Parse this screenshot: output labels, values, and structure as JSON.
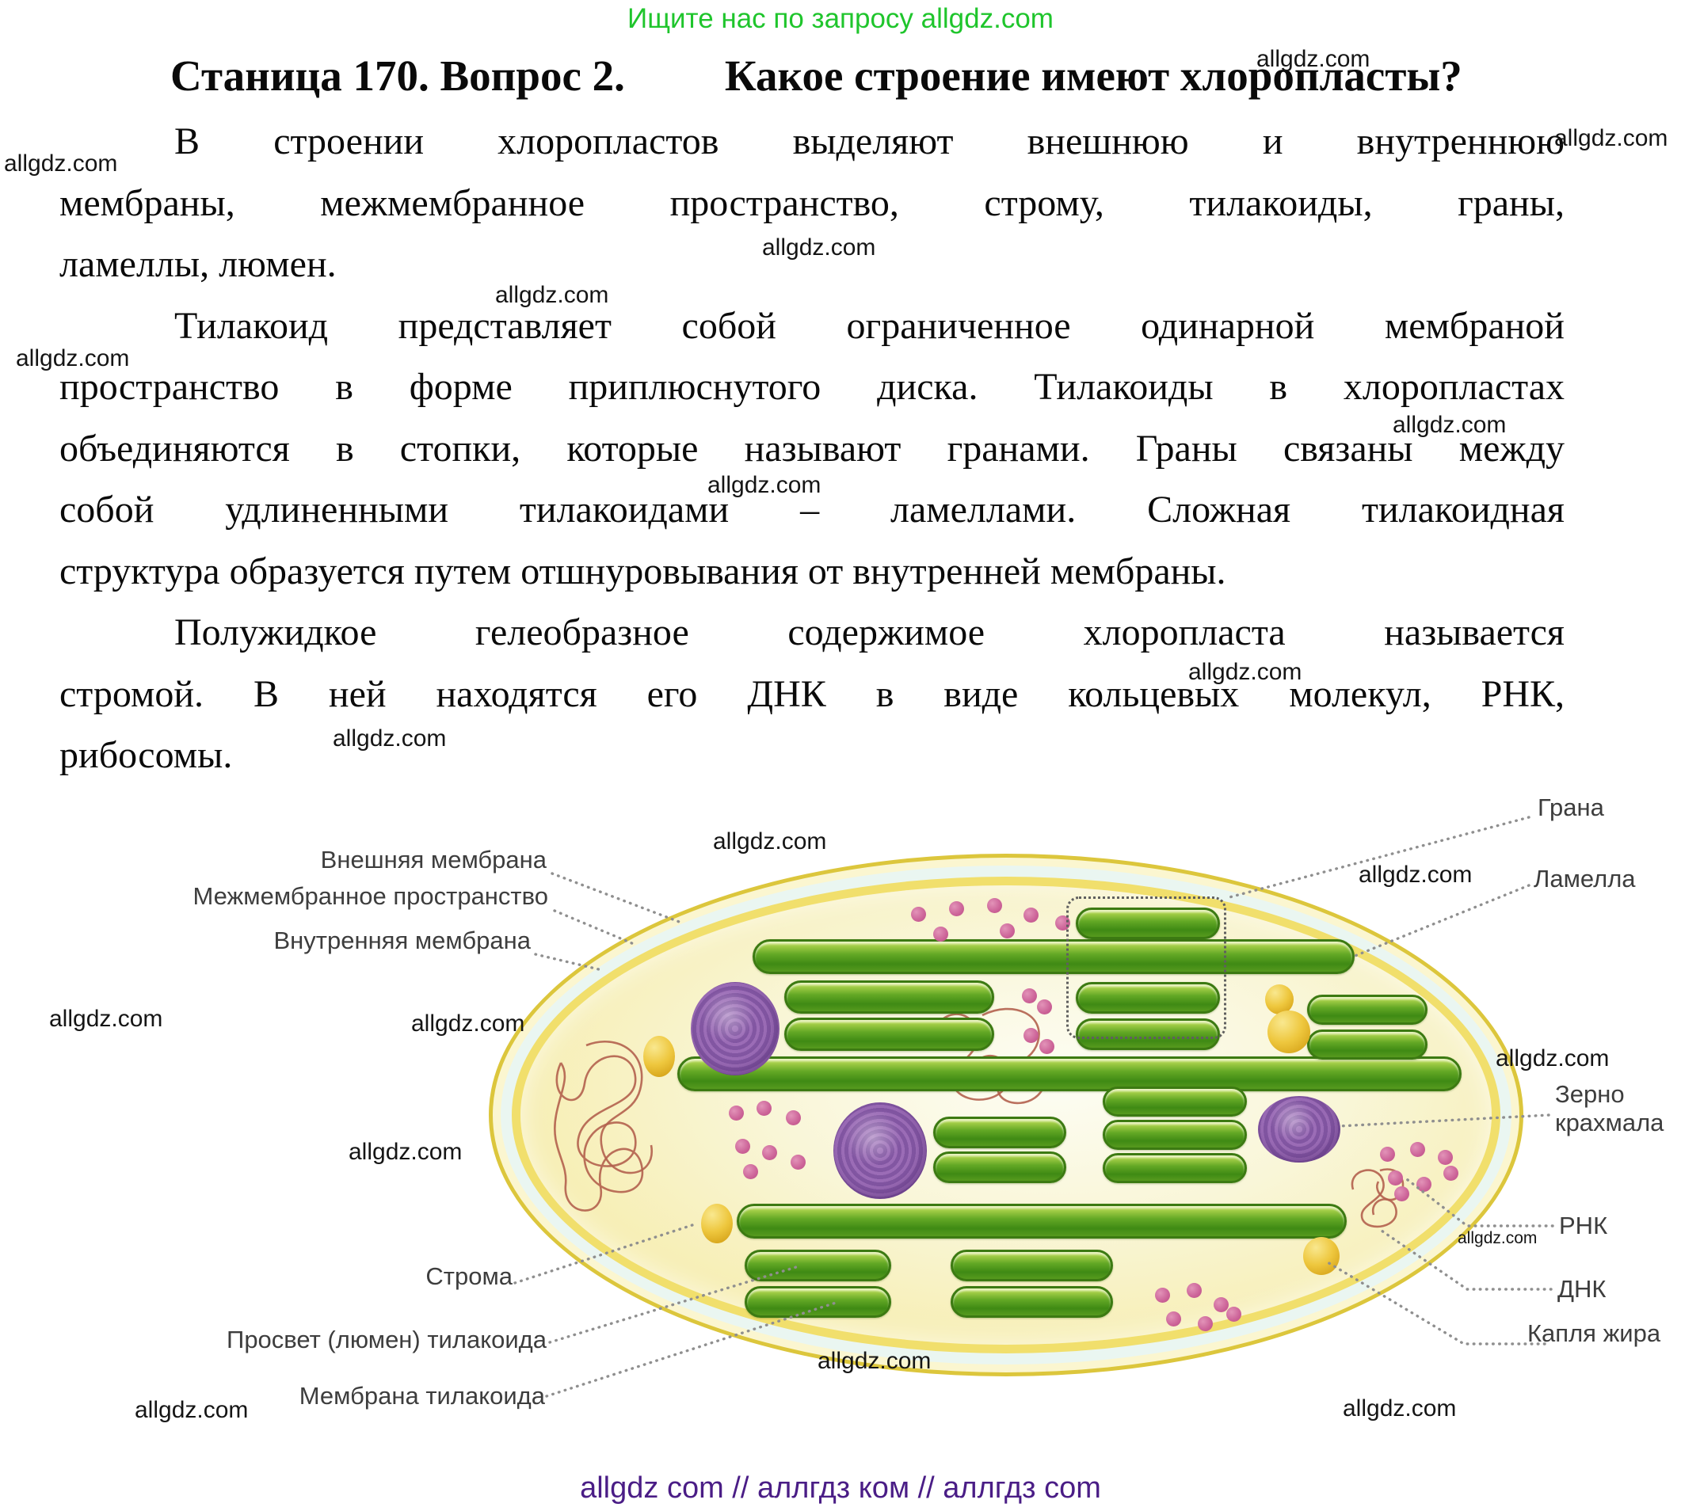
{
  "promo": {
    "text": "Ищите нас по запросу allgdz.com",
    "color": "#1fc52c"
  },
  "watermark": {
    "text": "allgdz.com"
  },
  "heading": {
    "part1": "Станица 170. Вопрос 2.",
    "part2": "Какое строение имеют хлоропласты?"
  },
  "body": {
    "lines": [
      "В строении хлоропластов выделяют внешнюю и внутреннюю",
      "мембраны, межмембранное пространство, строму, тилакоиды, граны,",
      "ламеллы, люмен.",
      "Тилакоид представляет собой ограниченное одинарной мембраной",
      "пространство в форме приплюснутого диска. Тилакоиды в хлоропластах",
      "объединяются в стопки, которые называют гранами. Граны связаны между",
      "собой удлиненными тилакоидами – ламеллами. Сложная тилакоидная",
      "структура образуется путем отшнуровывания от внутренней мембраны.",
      "Полужидкое гелеобразное содержимое хлоропласта называется",
      "стромой. В ней находятся его ДНК в виде кольцевых молекул, РНК,",
      "рибосомы."
    ]
  },
  "diagram": {
    "labels": {
      "outer_membrane": "Внешняя мембрана",
      "intermembrane_space": "Межмембранное пространство",
      "inner_membrane": "Внутренняя мембрана",
      "stroma": "Строма",
      "lumen": "Просвет (люмен) тилакоида",
      "thylakoid_membrane": "Мембрана тилакоида",
      "grana": "Грана",
      "lamella": "Ламелла",
      "starch1": "Зерно",
      "starch2": "крахмала",
      "rna": "РНК",
      "dna": "ДНК",
      "fat_drop": "Капля жира"
    },
    "colors": {
      "thylakoid_green": "#63a825",
      "membrane_yellow": "#dcc63c",
      "intermembrane_cyan": "#eaf6f1",
      "stroma_fill": "#f9f6d8",
      "starch_purple": "#8e5fa8",
      "fat_gold": "#eec73e",
      "ribosome_pink": "#cc6398",
      "dna_red": "#b2604e"
    }
  },
  "footer": {
    "text": "allgdz com  //  аллгдз ком  //  аллгдз com",
    "color": "#4a1d86"
  }
}
